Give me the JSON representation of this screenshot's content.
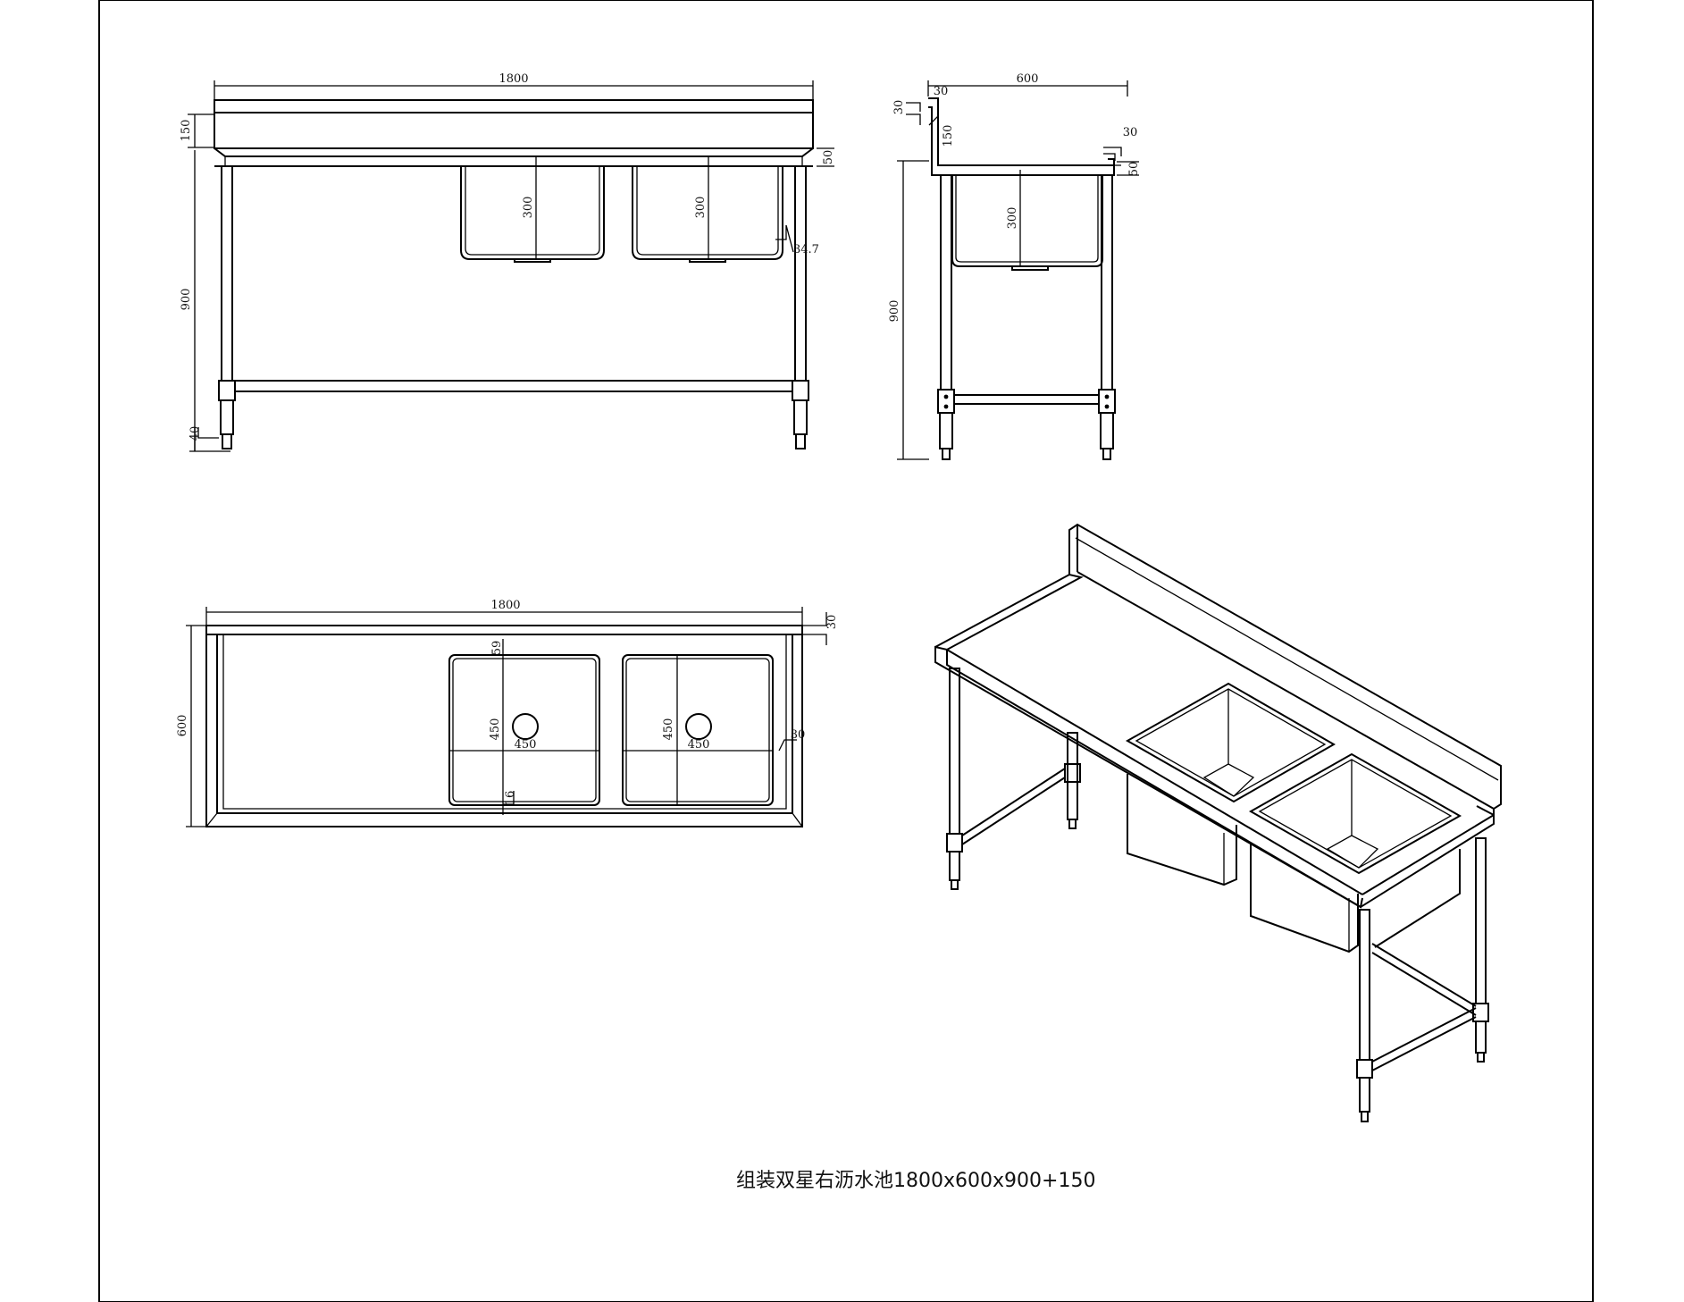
{
  "caption": "组装双星右沥水池1800x600x900+150",
  "front_view": {
    "dims": {
      "length": "1800",
      "splash": "150",
      "height": "900",
      "foot": "40",
      "bowl_depth_a": "300",
      "bowl_depth_b": "300",
      "drain": "34.7",
      "edge": "50"
    }
  },
  "side_view": {
    "dims": {
      "width": "600",
      "top_left": "30",
      "left_small": "30",
      "splash": "150",
      "right_small": "30",
      "edge": "50",
      "bowl_depth": "300",
      "height": "900"
    }
  },
  "top_view": {
    "dims": {
      "length": "1800",
      "edge": "30",
      "width": "600",
      "offset": "59",
      "bowl_a_h": "450",
      "bowl_a_w": "450",
      "bowl_b_h": "450",
      "bowl_b_w": "450",
      "bottom_gap": "16",
      "side_gap": "30"
    }
  }
}
